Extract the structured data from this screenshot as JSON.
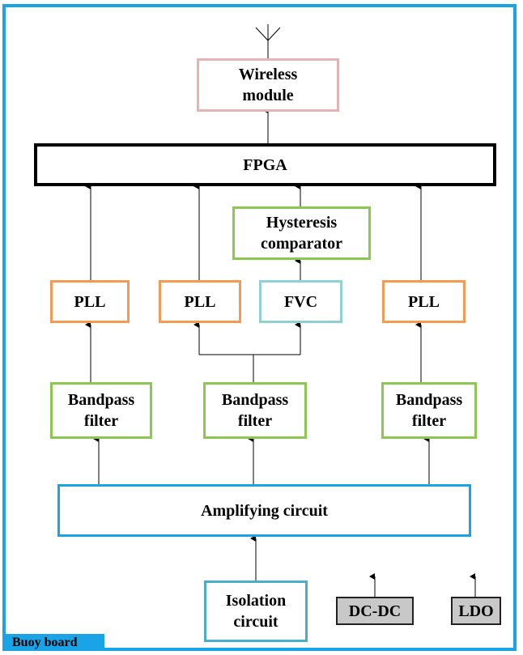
{
  "diagram": {
    "blocks": {
      "wireless": "Wireless\nmodule",
      "fpga": "FPGA",
      "hysteresis": "Hysteresis\ncomparator",
      "pll_left": "PLL",
      "pll_mid": "PLL",
      "fvc": "FVC",
      "pll_right": "PLL",
      "bandpass_left": "Bandpass\nfilter",
      "bandpass_mid": "Bandpass\nfilter",
      "bandpass_right": "Bandpass\nfilter",
      "amplifying": "Amplifying circuit",
      "isolation": "Isolation\ncircuit",
      "dcdc": "DC-DC",
      "ldo": "LDO"
    },
    "board_label": "Buoy board",
    "colors": {
      "frame": "#1aa3e6",
      "wireless": "#e6b3b3",
      "fpga": "#000000",
      "green": "#8cc751",
      "orange": "#f59a52",
      "fvc": "#8fcfd6",
      "amplifying": "#1aa3e6",
      "isolation": "#4aaec8",
      "power": "#c8c8c8"
    },
    "icons": [
      "antenna-icon"
    ]
  }
}
